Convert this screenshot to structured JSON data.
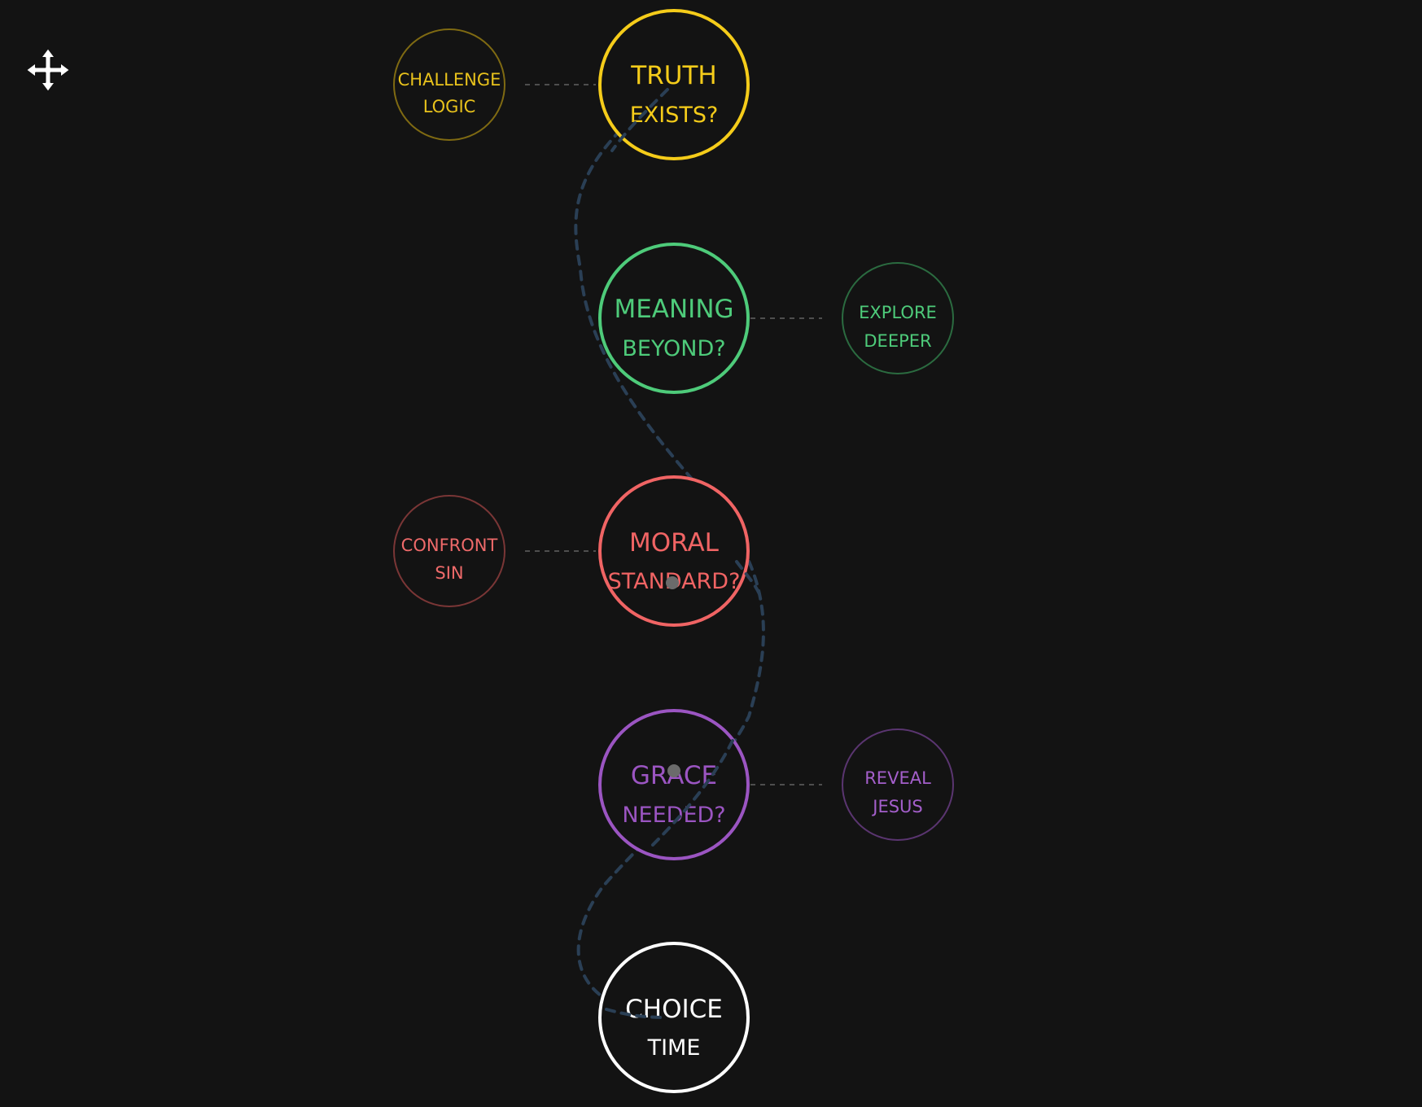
{
  "nodes": [
    {
      "id": "truth",
      "line1": "TRUTH",
      "line2": "EXISTS?",
      "color": "#f5cc1a"
    },
    {
      "id": "meaning",
      "line1": "MEANING",
      "line2": "BEYOND?",
      "color": "#4ecb7a"
    },
    {
      "id": "moral",
      "line1": "MORAL",
      "line2": "STANDARD?",
      "color": "#f06464"
    },
    {
      "id": "grace",
      "line1": "GRACE",
      "line2": "NEEDED?",
      "color": "#9b55c2"
    },
    {
      "id": "choice",
      "line1": "CHOICE",
      "line2": "TIME",
      "color": "#ffffff"
    }
  ],
  "side_nodes": [
    {
      "id": "challenge-logic",
      "attached_to": "truth",
      "side": "left",
      "line1": "CHALLENGE",
      "line2": "LOGIC",
      "text_color": "#e8c21c",
      "ring_color": "#7f6a12"
    },
    {
      "id": "explore-deeper",
      "attached_to": "meaning",
      "side": "right",
      "line1": "EXPLORE",
      "line2": "DEEPER",
      "text_color": "#4ecb7a",
      "ring_color": "#2b6b40"
    },
    {
      "id": "confront-sin",
      "attached_to": "moral",
      "side": "left",
      "line1": "CONFRONT",
      "line2": "SIN",
      "text_color": "#ee6a6a",
      "ring_color": "#7a3636"
    },
    {
      "id": "reveal-jesus",
      "attached_to": "grace",
      "side": "right",
      "line1": "REVEAL",
      "line2": "JESUS",
      "text_color": "#a45fcb",
      "ring_color": "#5a3570"
    }
  ],
  "colors": {
    "background": "#131313",
    "path": "#2a3f55",
    "connector": "#4e4e4e",
    "marker": "#6b6b6b",
    "move_icon": "#ffffff"
  },
  "icons": {
    "move": "move-arrows-icon"
  }
}
